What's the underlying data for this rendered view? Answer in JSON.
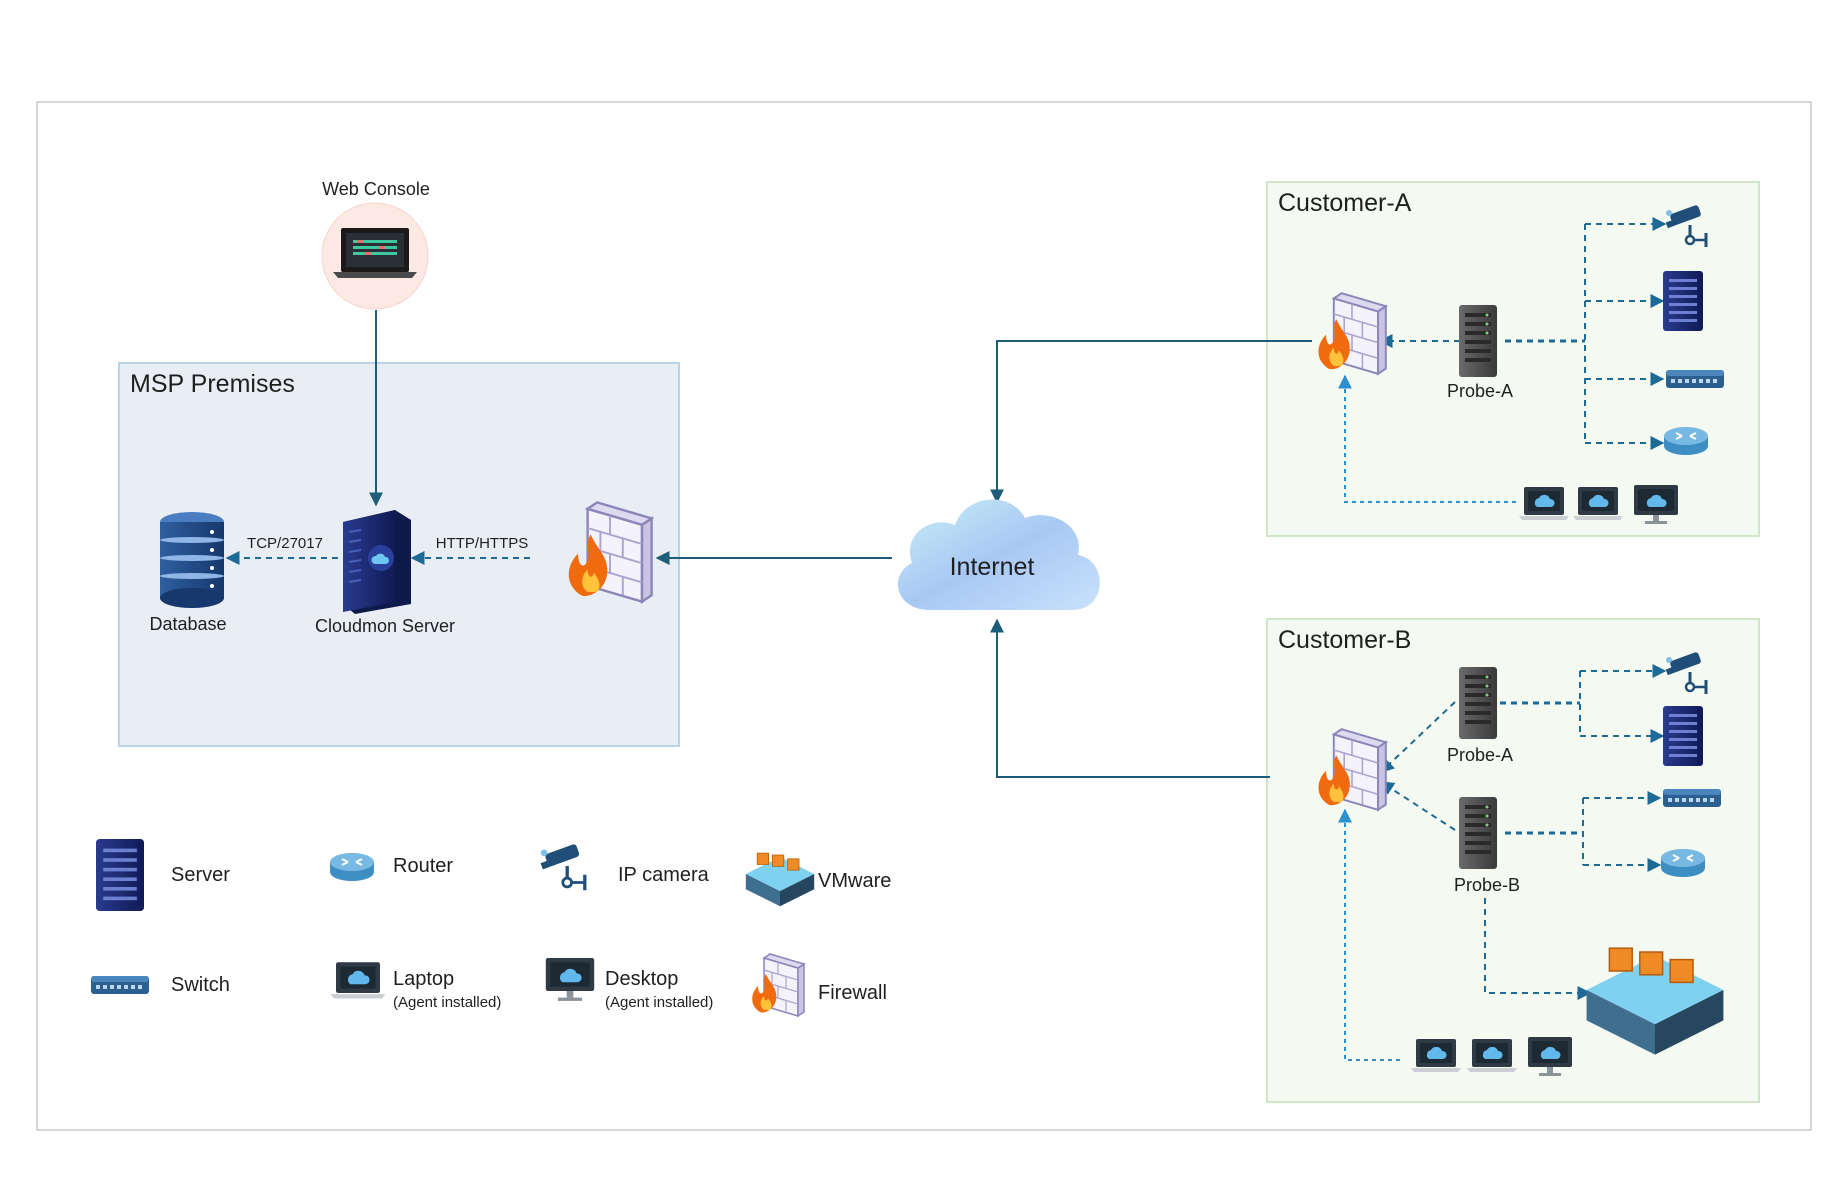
{
  "zones": {
    "msp_title": "MSP Premises",
    "customer_a_title": "Customer-A",
    "customer_b_title": "Customer-B"
  },
  "nodes": {
    "web_console": "Web Console",
    "database": "Database",
    "cloudmon_server": "Cloudmon Server",
    "internet": "Internet",
    "probe_a_customer_a": "Probe-A",
    "probe_a_customer_b": "Probe-A",
    "probe_b_customer_b": "Probe-B"
  },
  "edges": {
    "db_link": "TCP/27017",
    "web_link": "HTTP/HTTPS"
  },
  "legend": {
    "server": "Server",
    "router": "Router",
    "ip_camera": "IP camera",
    "vmware": "VMware",
    "switch": "Switch",
    "laptop": "Laptop",
    "laptop_note": "(Agent installed)",
    "desktop": "Desktop",
    "desktop_note": "(Agent installed)",
    "firewall": "Firewall"
  },
  "icon_names": [
    "server-icon",
    "router-icon",
    "ip-camera-icon",
    "vmware-icon",
    "switch-icon",
    "laptop-icon",
    "desktop-icon",
    "firewall-icon",
    "database-icon",
    "cloud-icon",
    "probe-icon"
  ],
  "colors": {
    "link_solid": "#1e5d7a",
    "link_dashed": "#1e6a96",
    "agent_dashed": "#2b8fd0",
    "server_blue": "#1f2f7a",
    "probe_gray": "#4a4a4a"
  }
}
